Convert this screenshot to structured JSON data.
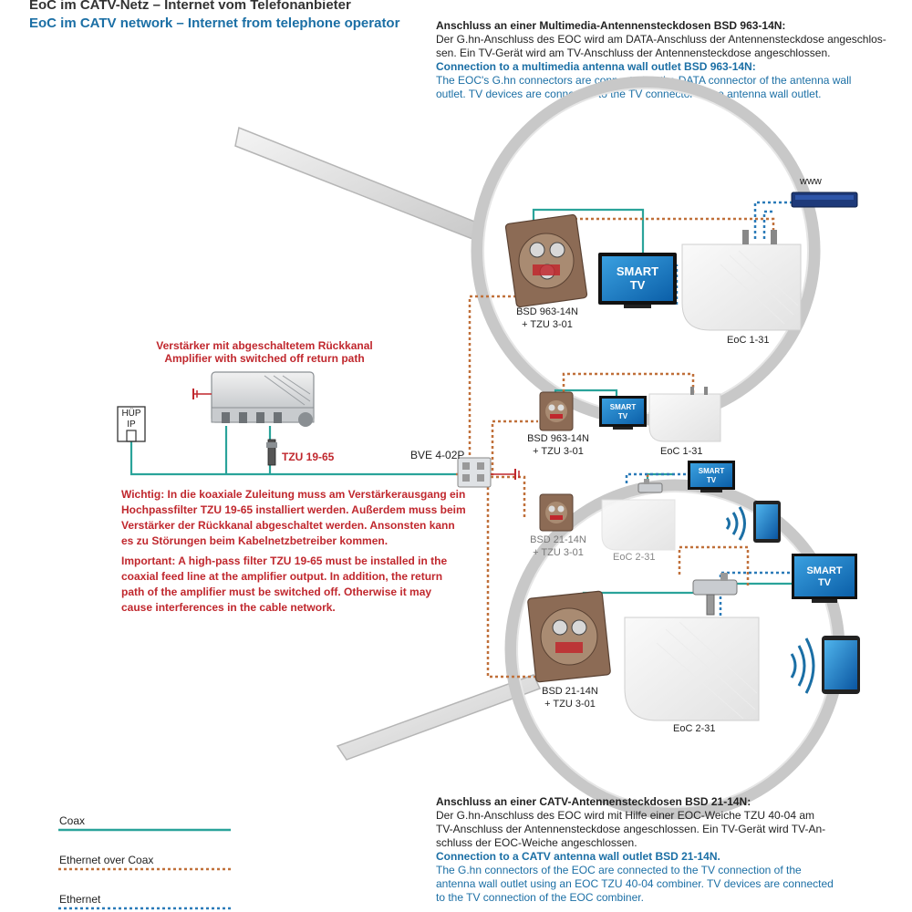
{
  "header": {
    "title_de": "EoC im CATV-Netz – Internet vom Telefonanbieter",
    "title_en": "EoC im CATV network – Internet from telephone operator"
  },
  "top_info": {
    "heading_de": "Anschluss an einer Multimedia-Antennensteckdosen BSD 963-14N:",
    "lines_de": [
      "Der G.hn-Anschluss des EOC wird am DATA-Anschluss der Antennensteckdose angeschlos-",
      "sen. Ein TV-Gerät wird am TV-Anschluss der Antennensteckdose angeschlossen."
    ],
    "heading_en": "Connection to a multimedia antenna wall outlet BSD 963-14N:",
    "lines_en": [
      "The EOC's G.hn connectors are connected to the DATA connector of the antenna wall",
      "outlet. TV devices are connected to the TV connector of the antenna wall outlet."
    ]
  },
  "bottom_info": {
    "heading_de": "Anschluss an einer CATV-Antennensteckdosen BSD 21-14N:",
    "lines_de": [
      "Der G.hn-Anschluss des EOC wird mit Hilfe einer EOC-Weiche TZU 40-04 am",
      "TV-Anschluss der Antennensteckdose angeschlossen. Ein TV-Gerät wird TV-An-",
      "schluss der EOC-Weiche angeschlossen."
    ],
    "heading_en": "Connection to a CATV antenna wall outlet BSD 21-14N.",
    "lines_en": [
      "The G.hn connectors of the EOC are connected to the TV connection of the",
      "antenna wall outlet using an EOC TZU 40-04 combiner. TV devices are connected",
      "to the TV connection of the EOC combiner."
    ]
  },
  "amplifier": {
    "label_de": "Verstärker mit abgeschaltetem Rückkanal",
    "label_en": "Amplifier with switched off return path",
    "filter_label": "TZU 19-65"
  },
  "huep": {
    "line1": "HÜP",
    "line2": "IP"
  },
  "splitter": {
    "label": "BVE 4-02P"
  },
  "warning": {
    "de_lines": [
      "Wichtig: In die koaxiale Zuleitung muss am Verstärkerausgang ein",
      "Hochpassfilter TZU 19-65 installiert werden. Außerdem muss beim",
      "Verstärker der Rückkanal abgeschaltet werden. Ansonsten kann",
      "es zu Störungen beim Kabelnetzbetreiber kommen."
    ],
    "en_lines": [
      "Important: A high-pass filter TZU 19-65 must be installed in the",
      "coaxial feed line at the amplifier output. In addition, the return",
      "path of the amplifier must be switched off. Otherwise it may",
      "cause interferences in the cable network."
    ]
  },
  "devices": {
    "www_label": "www",
    "smart_tv_line1": "SMART",
    "smart_tv_line2": "TV",
    "outlet_963_l1": "BSD 963-14N",
    "outlet_963_l2": "+ TZU 3-01",
    "outlet_21_l1": "BSD 21-14N",
    "outlet_21_l2": "+ TZU 3-01",
    "outlet_21_small_l1": "BSD 21-14N",
    "outlet_21_small_l2": "+ TZU 3-01",
    "eoc_131": "EoC 1-31",
    "eoc_231": "EoC 2-31",
    "combiner_icon": "combiner-icon",
    "wifi_icon": "wifi-icon",
    "tablet_icon": "tablet-icon",
    "router_icon": "router-icon"
  },
  "legend": {
    "coax": "Coax",
    "ethernet_over_coax": "Ethernet over Coax",
    "ethernet": "Ethernet",
    "colors": {
      "coax": "#2aa39a",
      "eoc": "#c0703a",
      "ethernet": "#2a7ab8"
    }
  }
}
